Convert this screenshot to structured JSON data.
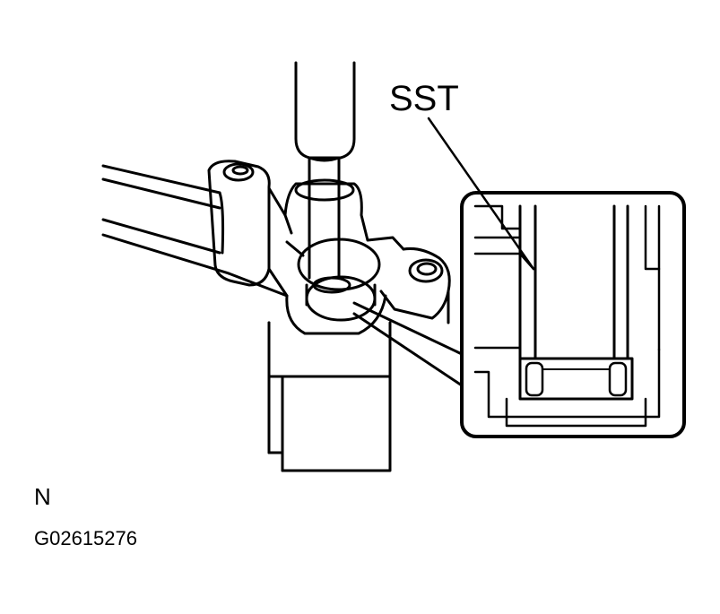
{
  "labels": {
    "tool": "SST",
    "view": "N",
    "figure_code": "G02615276"
  },
  "colors": {
    "ink": "#000000",
    "paper": "#ffffff"
  }
}
